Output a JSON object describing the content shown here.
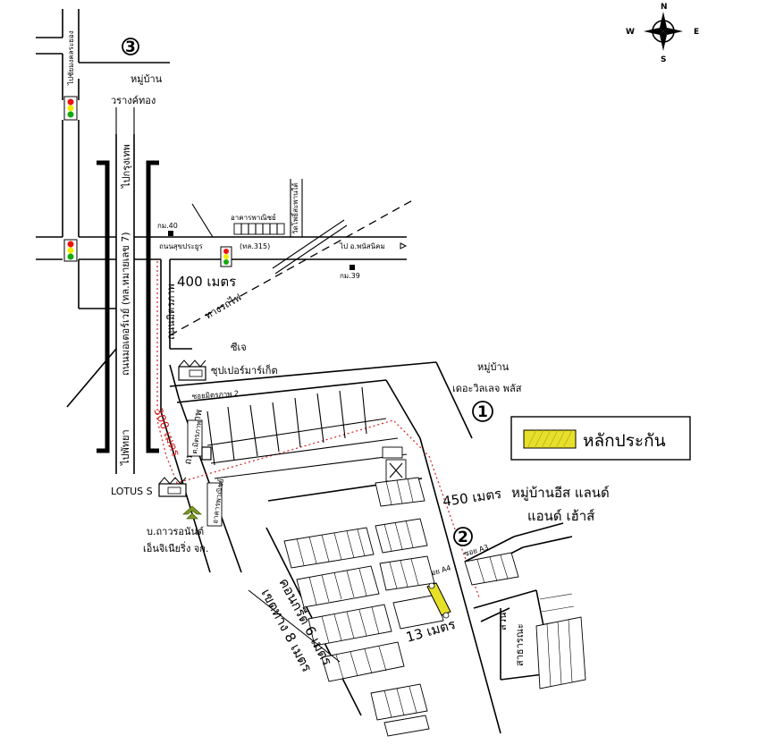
{
  "compass": {
    "n": "N",
    "s": "S",
    "e": "E",
    "w": "W"
  },
  "markers": {
    "m1": "1",
    "m2": "2",
    "m3": "3"
  },
  "legend": {
    "label": "หลักประกัน",
    "swatch_color": "#e6e02a"
  },
  "villages": {
    "varangthong_l1": "หมู่บ้าน",
    "varangthong_l2": "วรางค์ทอง",
    "village_plus_l1": "หมู่บ้าน",
    "village_plus_l2": "เดอะวิลเลจ พลัส",
    "east_land_l1": "หมู่บ้านอีส แลนด์",
    "east_land_l2": "แอนด์ เฮ้าส์"
  },
  "roads": {
    "to_chonburi": "ไปชัยมงคลระยอง",
    "to_bangkok": "ไปกรุงเทพ",
    "highway7": "ถนนมอเตอร์เวย์ (ทล.หมายเลข 7)",
    "to_pattaya": "ไปพัทยา",
    "sukprayoon": "ถนนสุขประยูร",
    "route315": "(ทล.315)",
    "to_phanatnikhom": "ไป อ.พนัสนิคม",
    "railway": "ทางรถไฟ",
    "soi_mitraphap2": "ซอยมิตรภาพ 2",
    "mitraphap_road": "ถนนมิตรภาพ",
    "soi_a3": "ซอย A3",
    "soi_a4": "ซอย A4",
    "concrete_road": "คอนกรีต 6 เมตร",
    "expropriation": "เขตทาง 8 เมตร",
    "park_l1": "สวน",
    "park_l2": "สาธารณะ"
  },
  "places": {
    "km40": "กม.40",
    "km39": "กม.39",
    "market": "อาคารพาณิชย์",
    "school": "วัดโพธิ์สะพานใต้",
    "big_c_l1": "ซีเจ",
    "big_c_l2": "ซุปเปอร์มาร์เก็ต",
    "lotus": "LOTUS S",
    "company_l1": "บ.ถาวรอนันต์",
    "company_l2": "เอ็นจิเนียริ่ง จก.",
    "factory_a": "ต.มิตรภาพ",
    "factory_b": "อาคารพาณิชย์"
  },
  "distances": {
    "d400": "400 เมตร",
    "d300": "300 เมตร",
    "d450": "450 เมตร",
    "d13": "13 เมตร"
  }
}
